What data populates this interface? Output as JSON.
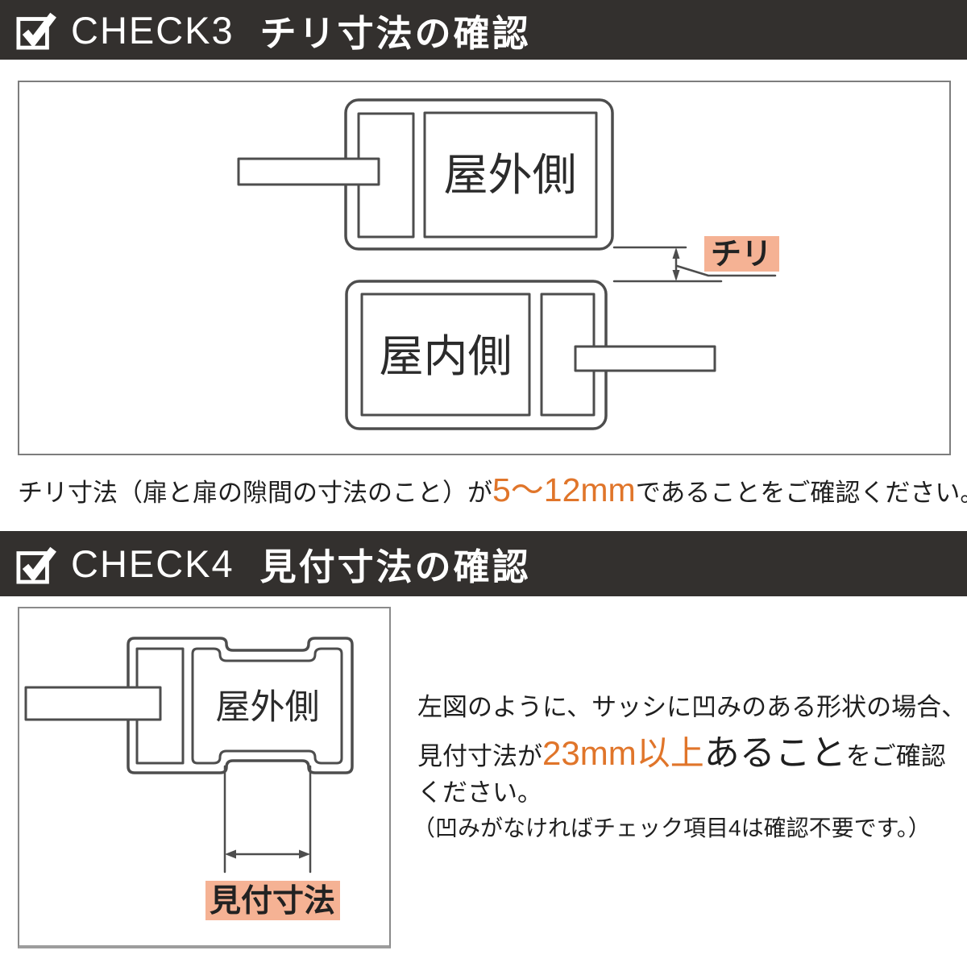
{
  "section1": {
    "check_label": "CHECK3",
    "title": "チリ寸法の確認",
    "icon": "checkbox-checked-icon",
    "diagram": {
      "outdoor_label": "屋外側",
      "indoor_label": "屋内側",
      "gap_label": "チリ"
    },
    "note": {
      "prefix": "チリ寸法（扉と扉の隙間の寸法のこと）が",
      "highlight": "5〜12mm",
      "suffix": "であることをご確認ください。"
    }
  },
  "section2": {
    "check_label": "CHECK4",
    "title": "見付寸法の確認",
    "icon": "checkbox-checked-icon",
    "diagram": {
      "outdoor_label": "屋外側",
      "dimension_label": "見付寸法"
    },
    "description": {
      "line1": "左図のように、サッシに凹みのある形状の場合、",
      "line2_prefix": "見付寸法が",
      "line2_highlight": "23mm以上",
      "line2_emphasis": "あること",
      "line2_suffix": "をご確認",
      "line3": "ください。",
      "line4": "（凹みがなければチェック項目4は確認不要です。）"
    }
  },
  "colors": {
    "header_bg": "#33302e",
    "highlight_bg": "#f5b294",
    "accent_text": "#e0752a",
    "diagram_line": "#4d4d4d"
  }
}
